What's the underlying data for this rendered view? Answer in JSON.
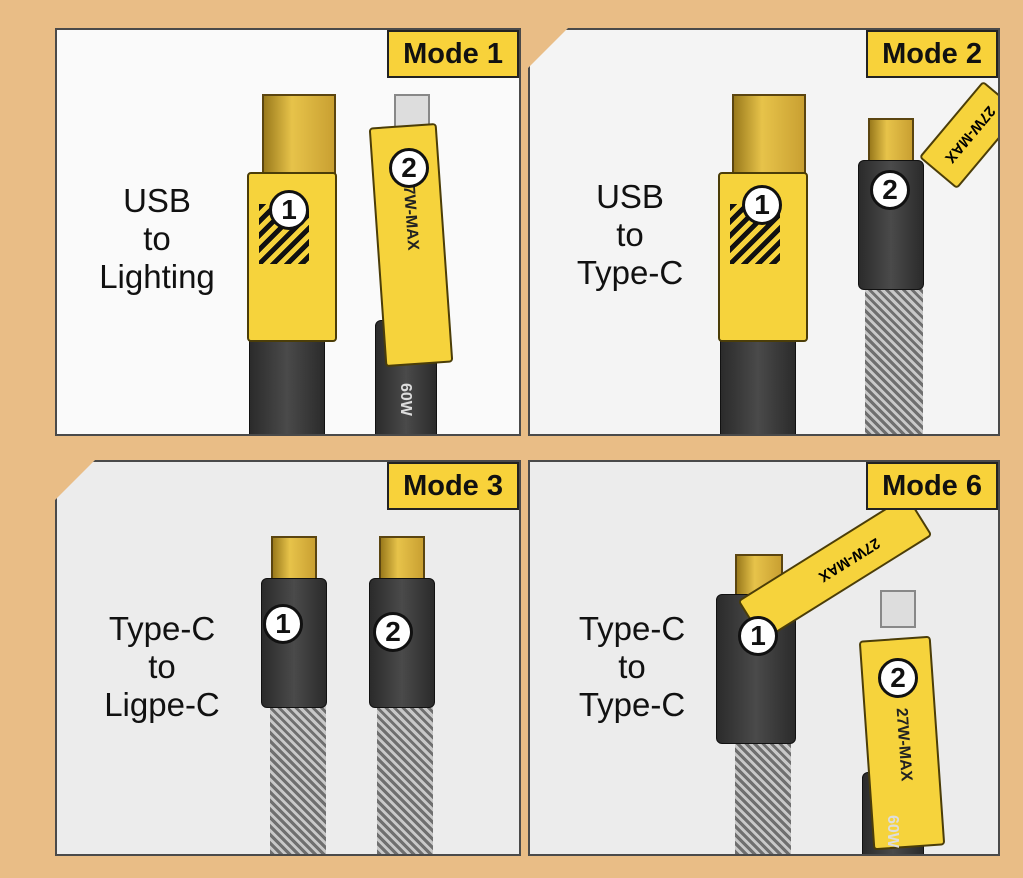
{
  "panels": [
    {
      "mode": "Mode 1",
      "label": [
        "USB",
        "to",
        "Lighting"
      ],
      "badges": [
        "1",
        "2"
      ],
      "cable_text": [
        "27W-MAX",
        "60W"
      ]
    },
    {
      "mode": "Mode 2",
      "label": [
        "USB",
        "to",
        "Type-C"
      ],
      "badges": [
        "1",
        "2"
      ],
      "cable_text": [
        "27W-MAX"
      ]
    },
    {
      "mode": "Mode 3",
      "label": [
        "Type-C",
        "to",
        "Ligpe-C"
      ],
      "badges": [
        "1",
        "2"
      ]
    },
    {
      "mode": "Mode 6",
      "label": [
        "Type-C",
        "to",
        "Type-C"
      ],
      "badges": [
        "1",
        "2"
      ],
      "cable_text": [
        "27W-MAX",
        "60W"
      ]
    }
  ],
  "colors": {
    "background": "#e9bd86",
    "accent_yellow": "#f8d23a"
  }
}
